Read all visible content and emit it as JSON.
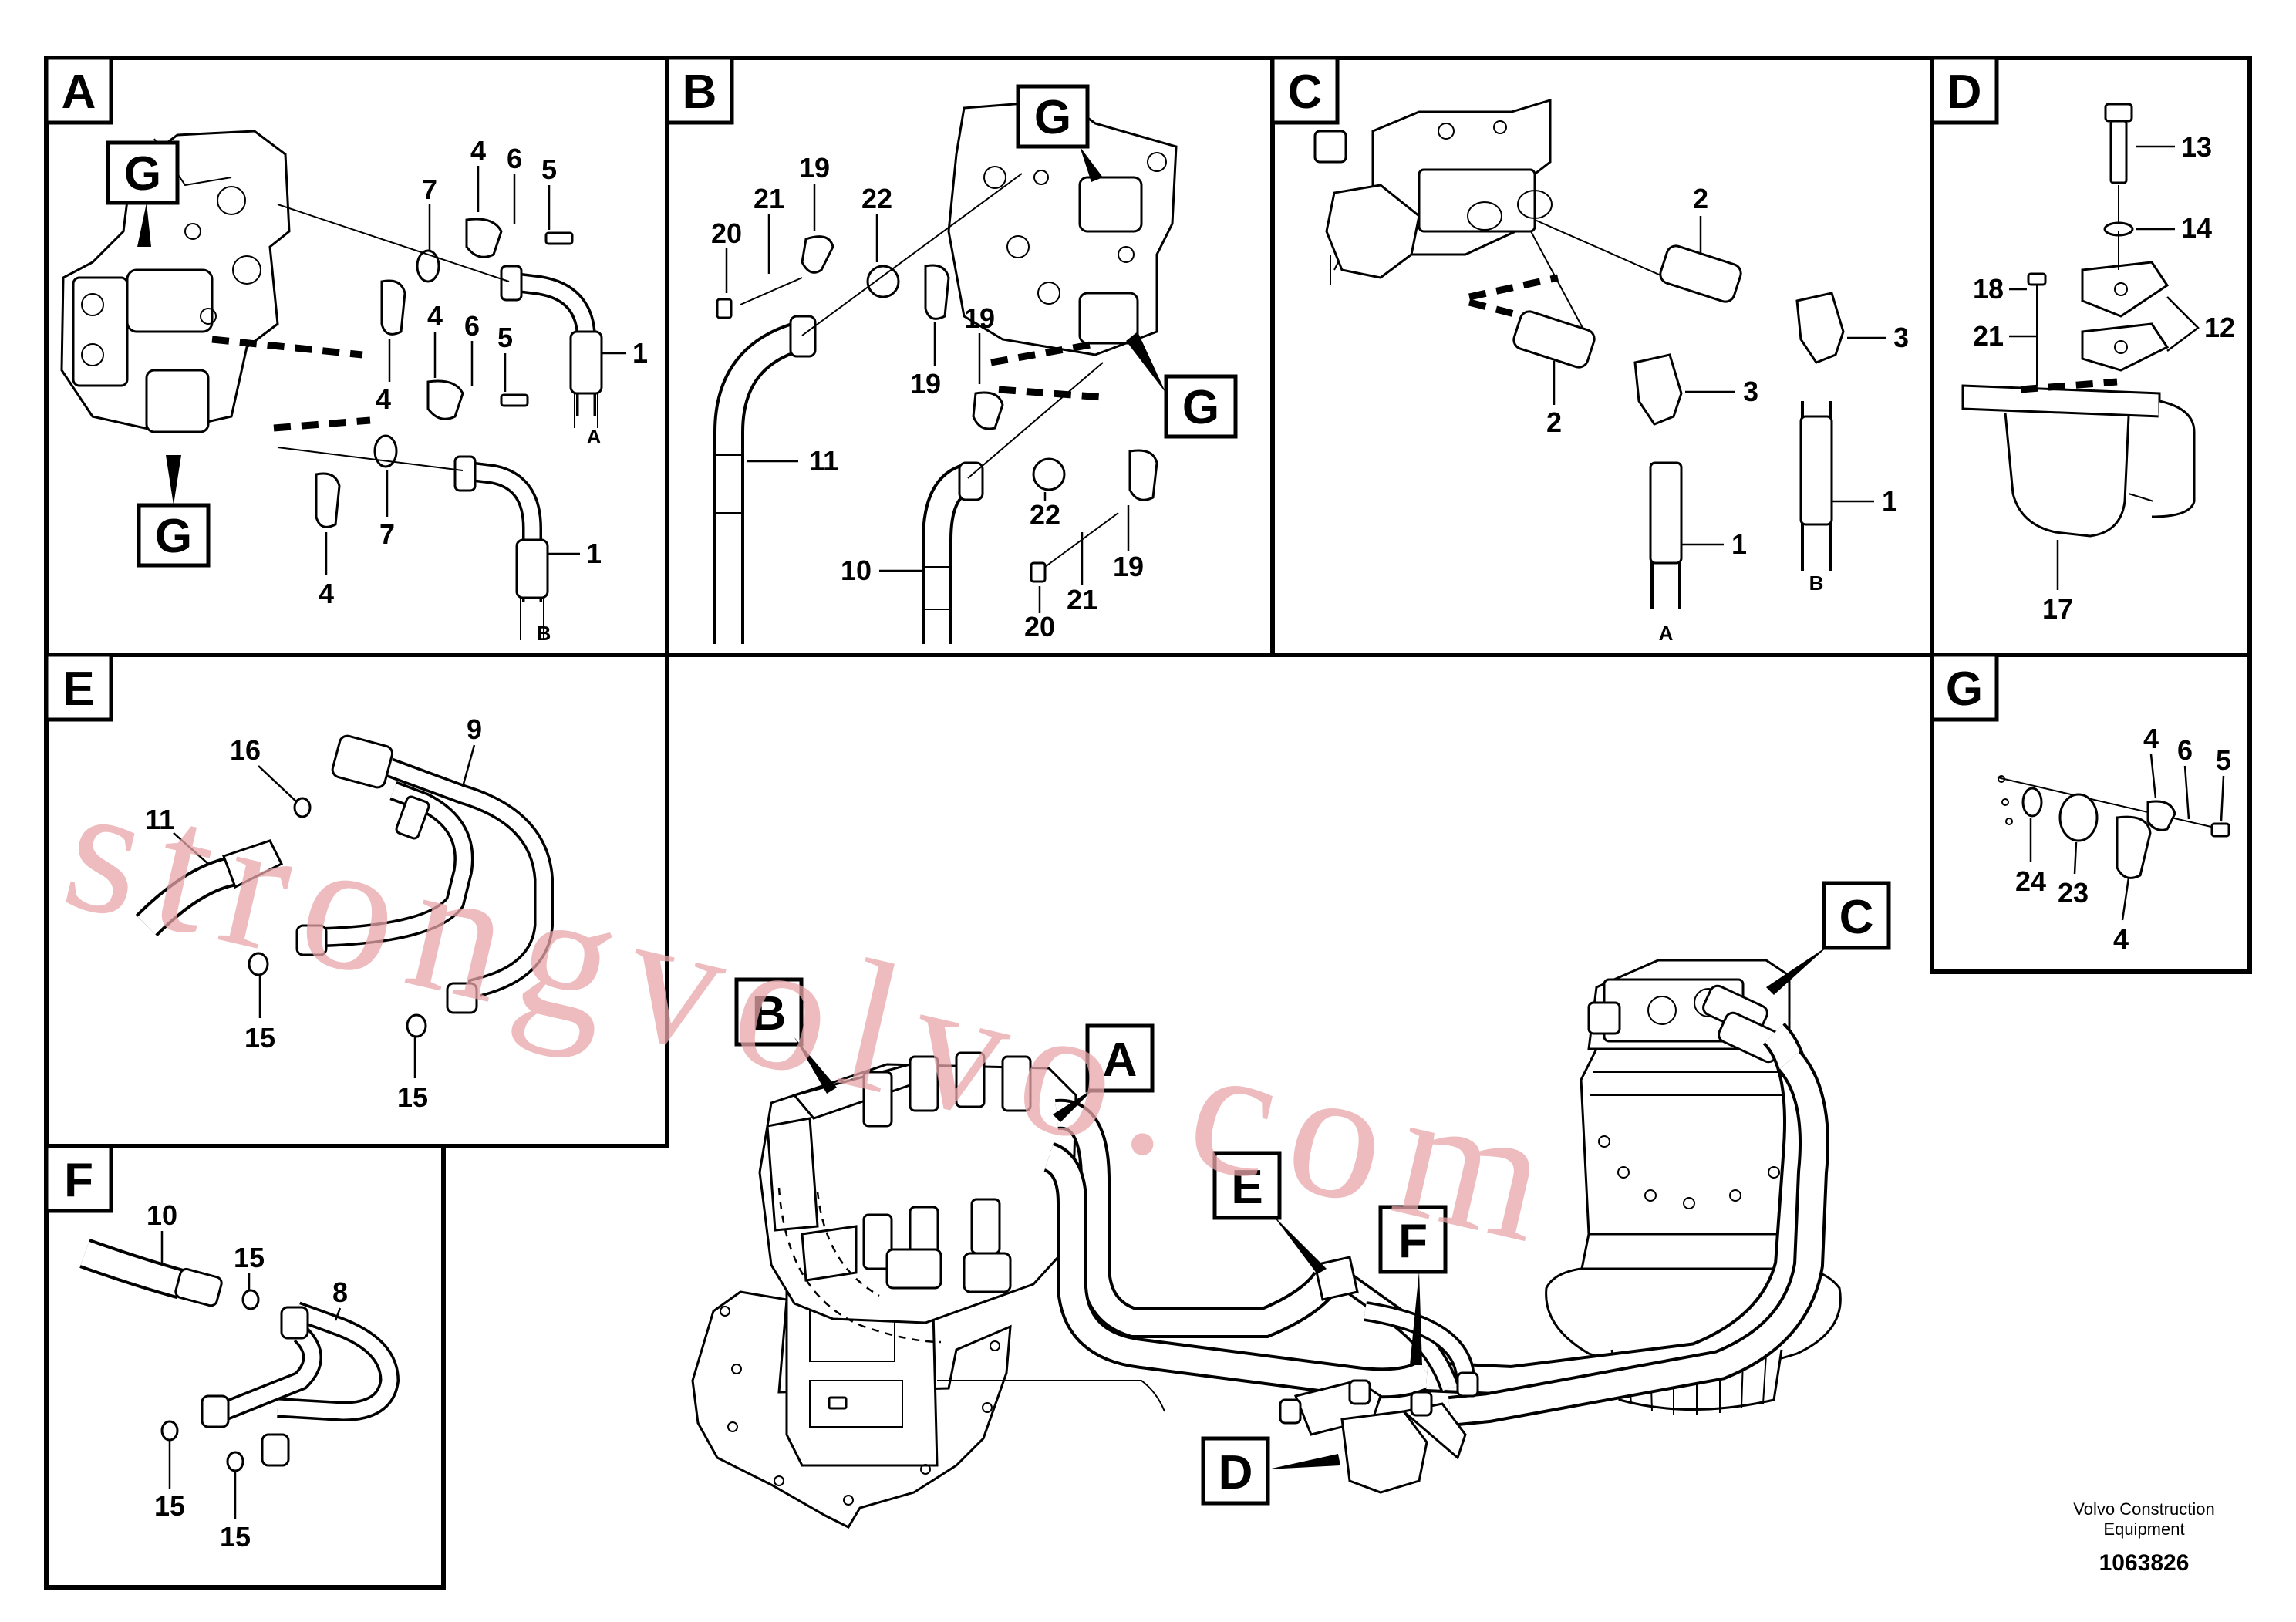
{
  "panels": {
    "a": {
      "tag": "A",
      "labels": {
        "sub_g_top": "G",
        "sub_g_bottom": "G",
        "n4a": "4",
        "n6a": "6",
        "n5a": "5",
        "n7a": "7",
        "n4b": "4",
        "n6b": "6",
        "n5b": "5",
        "n4c": "4",
        "n7b": "7",
        "n4d": "4",
        "n1a": "1",
        "n1b": "1",
        "endA": "A",
        "endB": "B"
      }
    },
    "b": {
      "tag": "B",
      "labels": {
        "sub_g_top": "G",
        "sub_g_right": "G",
        "n19a": "19",
        "n21a": "21",
        "n22a": "22",
        "n20a": "20",
        "n19b": "19",
        "n19c": "19",
        "n11": "11",
        "n22b": "22",
        "n10": "10",
        "n20b": "20",
        "n21b": "21",
        "n19d": "19"
      }
    },
    "c": {
      "tag": "C",
      "labels": {
        "n2a": "2",
        "n3a": "3",
        "n2b": "2",
        "n3b": "3",
        "n1a": "1",
        "n1b": "1",
        "endA": "A",
        "endB": "B"
      }
    },
    "d": {
      "tag": "D",
      "labels": {
        "n13": "13",
        "n14": "14",
        "n18": "18",
        "n21": "21",
        "n12": "12",
        "n17": "17"
      }
    },
    "e": {
      "tag": "E",
      "labels": {
        "n16": "16",
        "n9": "9",
        "n11": "11",
        "n15a": "15",
        "n15b": "15"
      }
    },
    "f": {
      "tag": "F",
      "labels": {
        "n10": "10",
        "n15a": "15",
        "n8": "8",
        "n15b": "15",
        "n15c": "15"
      }
    },
    "g": {
      "tag": "G",
      "labels": {
        "n4a": "4",
        "n6": "6",
        "n5": "5",
        "n24": "24",
        "n23": "23",
        "n4b": "4"
      }
    }
  },
  "overview": {
    "tags": {
      "a": "A",
      "b": "B",
      "c": "C",
      "d": "D",
      "e": "E",
      "f": "F"
    }
  },
  "watermark": "strongvolvo.com",
  "footer": {
    "credit_line1": "Volvo Construction",
    "credit_line2": "Equipment",
    "doc_number": "1063826"
  }
}
